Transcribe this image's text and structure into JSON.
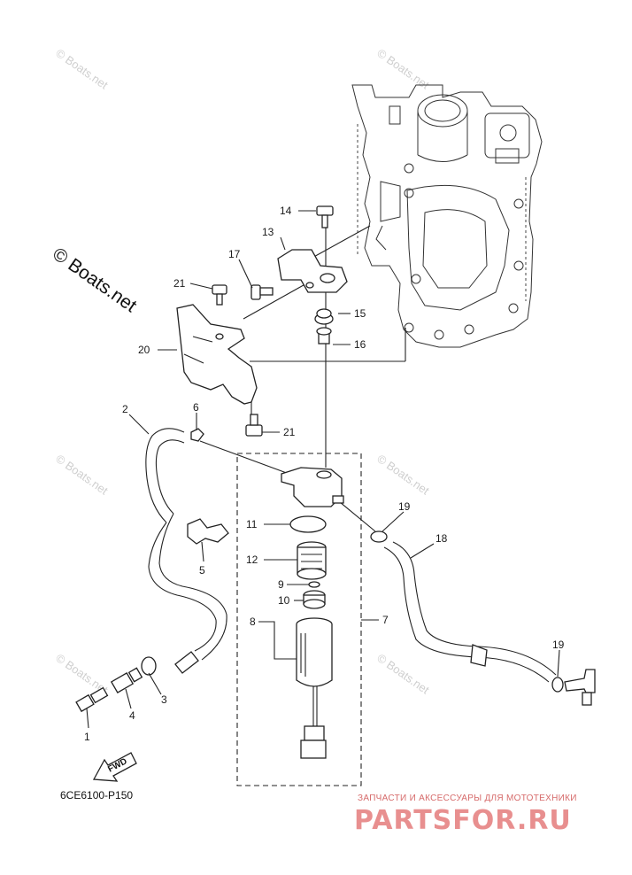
{
  "callouts": [
    "1",
    "2",
    "3",
    "4",
    "5",
    "6",
    "7",
    "8",
    "9",
    "10",
    "11",
    "12",
    "13",
    "14",
    "15",
    "16",
    "17",
    "18",
    "19",
    "19",
    "20",
    "21",
    "21"
  ],
  "watermark": {
    "small": "© Boats.net",
    "large": "© Boats.net"
  },
  "diagram_ref": "6CE6100-P150",
  "fwd_label": "FWD",
  "brand": {
    "tagline": "ЗАПЧАСТИ И АКСЕССУАРЫ ДЛЯ МОТОТЕХНИКИ",
    "logo": "PARTSFOR.RU"
  },
  "colors": {
    "line": "#222222",
    "watermark": "#cfcfcf",
    "brand_red": "#e88f8f"
  }
}
